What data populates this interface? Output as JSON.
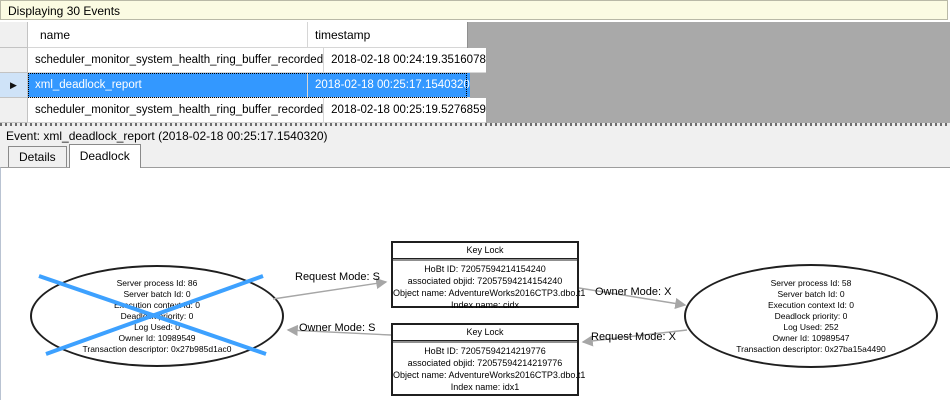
{
  "banner": {
    "text": "Displaying 30 Events"
  },
  "events_table": {
    "columns": {
      "name": "name",
      "timestamp": "timestamp"
    },
    "rows": [
      {
        "name": "scheduler_monitor_system_health_ring_buffer_recorded",
        "timestamp": "2018-02-18 00:24:19.3516078"
      },
      {
        "name": "xml_deadlock_report",
        "timestamp": "2018-02-18 00:25:17.1540320"
      },
      {
        "name": "scheduler_monitor_system_health_ring_buffer_recorded",
        "timestamp": "2018-02-18 00:25:19.5276859"
      }
    ],
    "selected_row_index": 1
  },
  "event_line": {
    "text": "Event: xml_deadlock_report (2018-02-18 00:25:17.1540320)"
  },
  "tabs": [
    {
      "label": "Details",
      "active": false
    },
    {
      "label": "Deadlock",
      "active": true
    }
  ],
  "deadlock_graph": {
    "processes": [
      {
        "victim": true,
        "lines": [
          "Server process Id: 86",
          "Server batch Id: 0",
          "Execution context Id: 0",
          "Deadlock priority: 0",
          "Log Used: 0",
          "Owner Id: 10989549",
          "Transaction descriptor: 0x27b985d1ac0"
        ]
      },
      {
        "victim": false,
        "lines": [
          "Server process Id: 58",
          "Server batch Id: 0",
          "Execution context Id: 0",
          "Deadlock priority: 0",
          "Log Used: 252",
          "Owner Id: 10989547",
          "Transaction descriptor: 0x27ba15a4490"
        ]
      }
    ],
    "resources": [
      {
        "title": "Key Lock",
        "lines": [
          "HoBt ID: 72057594214154240",
          "associated objid: 72057594214154240",
          "Object name: AdventureWorks2016CTP3.dbo.t1",
          "Index name: cidx"
        ]
      },
      {
        "title": "Key Lock",
        "lines": [
          "HoBt ID: 72057594214219776",
          "associated objid: 72057594214219776",
          "Object name: AdventureWorks2016CTP3.dbo.t1",
          "Index name: idx1"
        ]
      }
    ],
    "edges": [
      {
        "label": "Request Mode: S",
        "from": "process-86",
        "to": "key-lock-cidx"
      },
      {
        "label": "Owner Mode: S",
        "from": "key-lock-idx1",
        "to": "process-86"
      },
      {
        "label": "Owner Mode: X",
        "from": "key-lock-cidx",
        "to": "process-58"
      },
      {
        "label": "Request Mode: X",
        "from": "process-58",
        "to": "key-lock-idx1"
      }
    ]
  },
  "icons": {
    "selected_row_marker": "▶"
  },
  "colors": {
    "selection_blue": "#3398ff",
    "selection_header_blue": "#cfe3f8",
    "victim_cross_blue": "#3da1ff",
    "banner_yellow": "#fbfbe2",
    "grid_empty_gray": "#a9a9a9",
    "edge_gray": "#a6a6a6"
  }
}
